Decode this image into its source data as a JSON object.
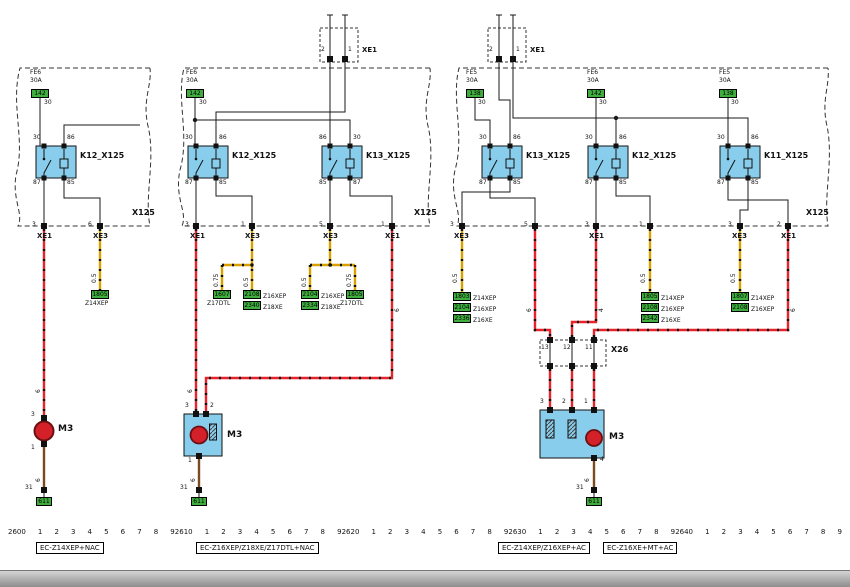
{
  "sections": {
    "left": {
      "x125_label": "X125",
      "fuse": {
        "label": "FE6\n30A",
        "code": "142",
        "pin30": "30"
      },
      "relay": {
        "name": "K12_X125",
        "tl": "30",
        "tr": "86",
        "bl": "87",
        "br": "85"
      },
      "term_xe1": {
        "pin": "3",
        "label": "XE1",
        "size": "6"
      },
      "term_xe3": {
        "pin": "6",
        "label": "XE3",
        "size": "0.5"
      },
      "code": {
        "value": "1805",
        "variant": "Z14XEP"
      },
      "motor": {
        "name": "M3",
        "pin_top": "3",
        "pin_bot": "1",
        "gnd_size": "6",
        "gnd_pin": "31",
        "gnd_code": "611"
      }
    },
    "middle": {
      "x125_label": "X125",
      "conn": {
        "label": "XE1",
        "p1": "2",
        "p2": "1"
      },
      "fuse": {
        "label": "FE6\n30A",
        "code": "142",
        "pin30": "30"
      },
      "relay1": {
        "name": "K12_X125",
        "tl": "30",
        "tr": "86",
        "bl": "87",
        "br": "85"
      },
      "relay2": {
        "name": "K13_X125",
        "tl": "86",
        "tr": "30",
        "bl": "85",
        "br": "87"
      },
      "t1": {
        "pin": "3",
        "label": "XE1",
        "size": "6"
      },
      "t2": {
        "pin": "1",
        "label": "XE3"
      },
      "t3": {
        "pin": "5",
        "label": "XE3"
      },
      "t4": {
        "pin": "1",
        "label": "XE1",
        "size": "6"
      },
      "branch_sizes": [
        "0.75",
        "0.5",
        "0.5",
        "0.75"
      ],
      "g1": {
        "c1": "1607",
        "variants": "Z17DTL"
      },
      "g2": {
        "c1": "2108",
        "c2": "2340",
        "variants": "Z16XEP\nZ18XE"
      },
      "g3": {
        "c1": "2104",
        "c2": "2334",
        "variants": "Z16XEP\nZ18XE"
      },
      "g4": {
        "c1": "1805",
        "variants": "Z17DTL"
      },
      "motor": {
        "name": "M3",
        "pin1": "3",
        "pin2": "2",
        "pin_bot": "1",
        "gnd_size": "6",
        "gnd_pin": "31",
        "gnd_code": "611"
      }
    },
    "right": {
      "x125_label": "X125",
      "conn": {
        "label": "XE1",
        "p1": "2",
        "p2": "1"
      },
      "fuse1": {
        "label": "FE5\n30A",
        "code": "138",
        "pin30": "30"
      },
      "fuse2": {
        "label": "FE6\n30A",
        "code": "142",
        "pin30": "30"
      },
      "fuse3": {
        "label": "FE5\n30A",
        "code": "138",
        "pin30": "30"
      },
      "relay1": {
        "name": "K13_X125",
        "tl": "30",
        "tr": "86",
        "bl": "87",
        "br": "85"
      },
      "relay2": {
        "name": "K12_X125",
        "tl": "30",
        "tr": "86",
        "bl": "87",
        "br": "85"
      },
      "relay3": {
        "name": "K11_X125",
        "tl": "30",
        "tr": "86",
        "bl": "87",
        "br": "85"
      },
      "t1": {
        "pin": "3",
        "label": "XE3",
        "size": "0.5"
      },
      "t2": {
        "pin": "5",
        "size": "6"
      },
      "t3": {
        "pin": "3",
        "label": "XE1",
        "size": "4"
      },
      "t4": {
        "pin": "1",
        "size": "0.5"
      },
      "t5": {
        "pin": "3",
        "label": "XE3",
        "size": "0.5"
      },
      "t6": {
        "pin": "2",
        "label": "XE1",
        "size": "6"
      },
      "g1": {
        "c1": "1803",
        "c2": "2104",
        "c3": "2336",
        "variants": "Z14XEP\nZ16XEP\nZ16XE"
      },
      "g2": {
        "c1": "1805",
        "c2": "2108",
        "c3": "2342",
        "variants": "Z14XEP\nZ16XEP\nZ16XE"
      },
      "g3": {
        "c1": "1807",
        "c2": "2108",
        "variants": "Z14XEP\nZ16XEP"
      },
      "x26": {
        "label": "X26",
        "p1": "13",
        "p2": "12",
        "p3": "11"
      },
      "motor": {
        "name": "M3",
        "pin1": "3",
        "pin2": "2",
        "pin3": "1",
        "pin_bot": "4",
        "gnd_size": "6",
        "gnd_pin": "31",
        "gnd_code": "611"
      }
    }
  },
  "footer": {
    "ruler": [
      {
        "base": "2600",
        "ticks": [
          "1",
          "2",
          "3",
          "4",
          "5",
          "6",
          "7",
          "8",
          "9"
        ]
      },
      {
        "base": "2610",
        "ticks": [
          "1",
          "2",
          "3",
          "4",
          "5",
          "6",
          "7",
          "8",
          "9"
        ]
      },
      {
        "base": "2620",
        "ticks": [
          "1",
          "2",
          "3",
          "4",
          "5",
          "6",
          "7",
          "8",
          "9"
        ]
      },
      {
        "base": "2630",
        "ticks": [
          "1",
          "2",
          "3",
          "4",
          "5",
          "6",
          "7",
          "8",
          "9"
        ]
      },
      {
        "base": "2640",
        "ticks": [
          "1",
          "2",
          "3",
          "4",
          "5",
          "6",
          "7",
          "8",
          "9"
        ]
      }
    ],
    "variants": [
      "EC-Z14XEP+NAC",
      "EC-Z16XEP/Z18XE/Z17DTL+NAC",
      "EC-Z14XEP/Z16XEP+AC",
      "EC-Z16XE+MT+AC"
    ]
  }
}
